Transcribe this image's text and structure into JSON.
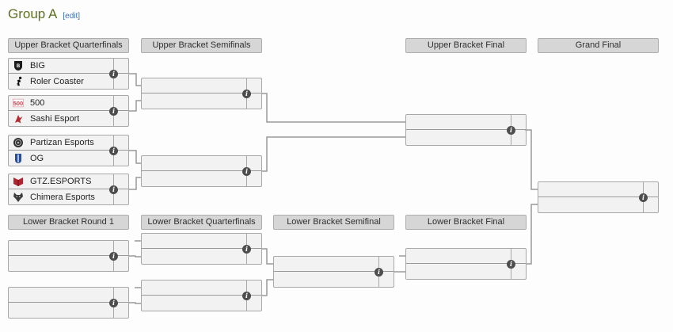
{
  "title": {
    "text": "Group A",
    "edit_label": "[edit]"
  },
  "info_glyph": "i",
  "colors": {
    "title_text": "#5e701f",
    "edit_link": "#3c6eb4",
    "round_header_bg": "#d6d6d6",
    "match_bg": "#f2f2f2",
    "connector_line": "#9a9a9a",
    "info_badge_bg": "#4d4d4d"
  },
  "headers": {
    "upper": [
      {
        "label": "Upper Bracket Quarterfinals"
      },
      {
        "label": "Upper Bracket Semifinals"
      },
      {
        "label": "Upper Bracket Final"
      },
      {
        "label": "Grand Final"
      }
    ],
    "lower": [
      {
        "label": "Lower Bracket Round 1"
      },
      {
        "label": "Lower Bracket Quarterfinals"
      },
      {
        "label": "Lower Bracket Semifinal"
      },
      {
        "label": "Lower Bracket Final"
      }
    ]
  },
  "matches": {
    "ub_qf1": {
      "team1": {
        "name": "BIG",
        "icon": "big-crest-icon"
      },
      "team2": {
        "name": "Roler Coaster",
        "icon": "skater-icon"
      }
    },
    "ub_qf2": {
      "team1": {
        "name": "500",
        "icon": "500-badge-icon"
      },
      "team2": {
        "name": "Sashi Esport",
        "icon": "sashi-bird-icon"
      }
    },
    "ub_qf3": {
      "team1": {
        "name": "Partizan Esports",
        "icon": "partizan-emblem-icon"
      },
      "team2": {
        "name": "OG",
        "icon": "og-shield-icon"
      }
    },
    "ub_qf4": {
      "team1": {
        "name": "GTZ.ESPORTS",
        "icon": "gtz-emblem-icon"
      },
      "team2": {
        "name": "Chimera Esports",
        "icon": "chimera-wolf-icon"
      }
    }
  }
}
